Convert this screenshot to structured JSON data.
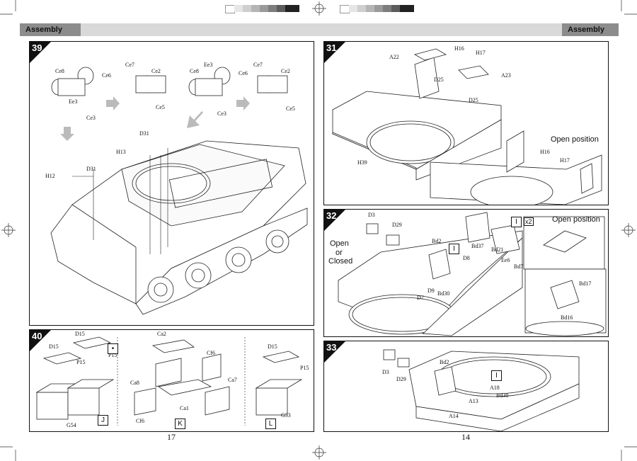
{
  "header": {
    "left_tag": "Assembly",
    "right_tag": "Assembly"
  },
  "pages": {
    "left": "17",
    "right": "14"
  },
  "sheet_labels": {
    "J": "J",
    "K": "K",
    "L": "L",
    "I": "I",
    "x2": "x2"
  },
  "steps": {
    "s39": {
      "number": "39",
      "labels": [
        "Ce8",
        "Ce6",
        "Ce3",
        "Ee3",
        "Ce7",
        "Ce2",
        "Ce5",
        "Ce8",
        "Ee3",
        "Ce6",
        "Ce3",
        "Ce7",
        "Ce2",
        "Ce5",
        "D31",
        "H13",
        "H12",
        "D31"
      ]
    },
    "s31": {
      "number": "31",
      "labels": [
        "A22",
        "H16",
        "H17",
        "A23",
        "D25",
        "D25",
        "H39",
        "H16",
        "H17"
      ],
      "note": "Open position"
    },
    "s32": {
      "number": "32",
      "labels": [
        "D3",
        "D29",
        "Bd2",
        "D8",
        "Bd37",
        "Bd21",
        "Ee6",
        "Bd7",
        "D9",
        "D7",
        "Bd30",
        "Bd17",
        "Bd16"
      ],
      "note_open": "Open",
      "note_or": "or",
      "note_closed": "Closed",
      "note_position": "Open position"
    },
    "s40": {
      "number": "40",
      "labels": [
        "D15",
        "D15",
        "P15",
        "P15",
        "G54",
        "Ca2",
        "Cf6",
        "Ca8",
        "Ca7",
        "Ca1",
        "Cf6",
        "D15",
        "P15",
        "G53"
      ]
    },
    "s33": {
      "number": "33",
      "labels": [
        "D3",
        "D29",
        "Bd2",
        "A18",
        "Bd30",
        "A13",
        "A14"
      ]
    }
  },
  "colors": {
    "header_bar": "#d9d9d9",
    "header_tag": "#8c8c8c",
    "badge": "#111111",
    "line": "#222222"
  }
}
